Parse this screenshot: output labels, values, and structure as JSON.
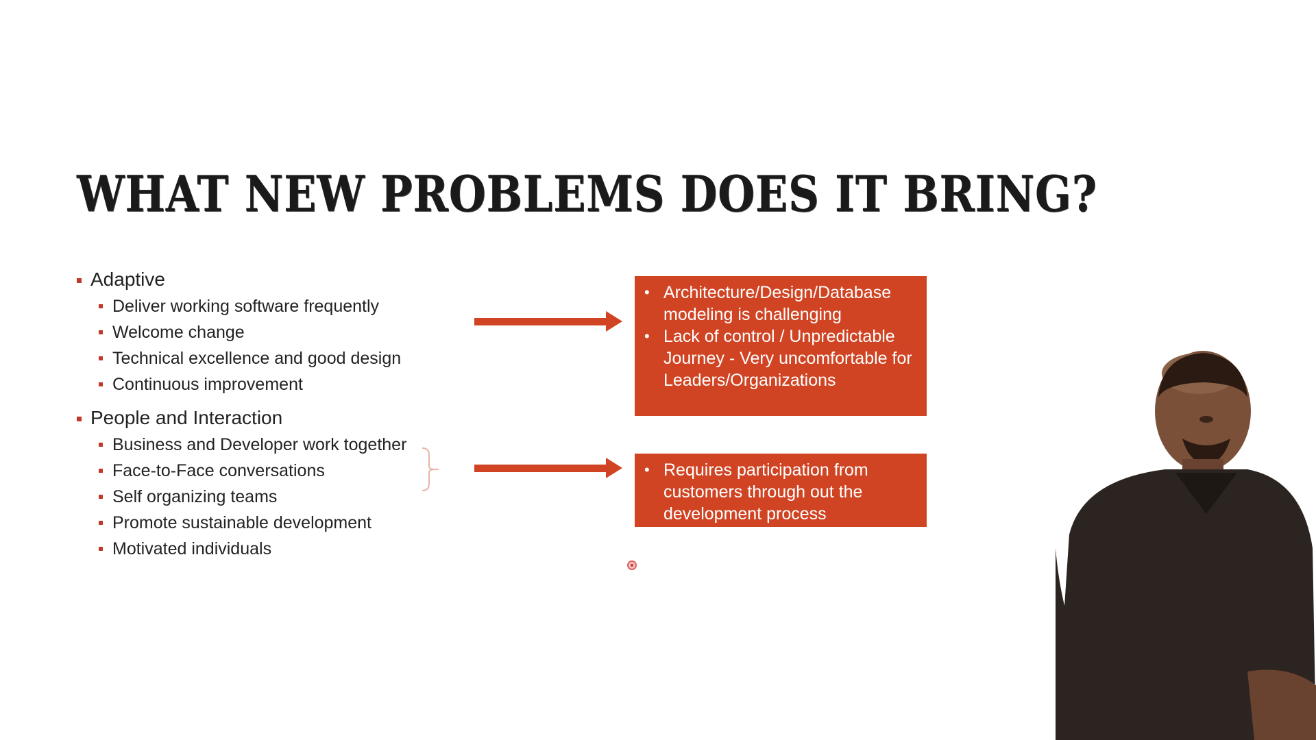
{
  "slide": {
    "title": "WHAT NEW PROBLEMS DOES IT BRING?",
    "sections": [
      {
        "heading": "Adaptive",
        "items": [
          "Deliver working software frequently",
          "Welcome change",
          "Technical excellence and good design",
          "Continuous improvement"
        ]
      },
      {
        "heading": "People and Interaction",
        "items": [
          "Business and Developer work together",
          "Face-to-Face conversations",
          "Self organizing teams",
          "Promote sustainable development",
          "Motivated individuals"
        ]
      }
    ],
    "boxes": [
      {
        "items": [
          "Architecture/Design/Database modeling is challenging",
          "Lack of control / Unpredictable Journey - Very uncomfortable for Leaders/Organizations"
        ]
      },
      {
        "items": [
          "Requires participation from customers through out the development process"
        ]
      }
    ]
  },
  "colors": {
    "accent": "#d04423",
    "bullet": "#c0392b",
    "text": "#222222",
    "background": "#ffffff"
  },
  "icons": {
    "arrows": "right-arrow-icon",
    "pointer": "laser-pointer-icon",
    "bracket": "bracket-icon"
  }
}
